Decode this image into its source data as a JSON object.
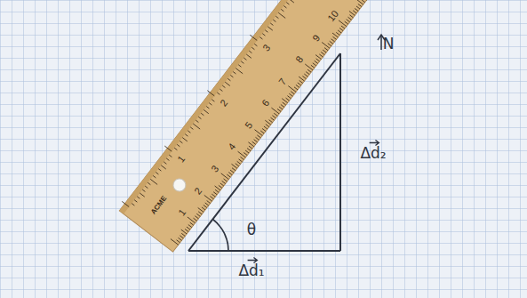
{
  "diagram": {
    "labels": [
      "N",
      "Δd₂",
      "Δd₁",
      "θ",
      "ACME",
      "1",
      "2",
      "3",
      "1",
      "2",
      "3",
      "4",
      "5",
      "6",
      "7",
      "8",
      "9",
      "10"
    ]
  }
}
